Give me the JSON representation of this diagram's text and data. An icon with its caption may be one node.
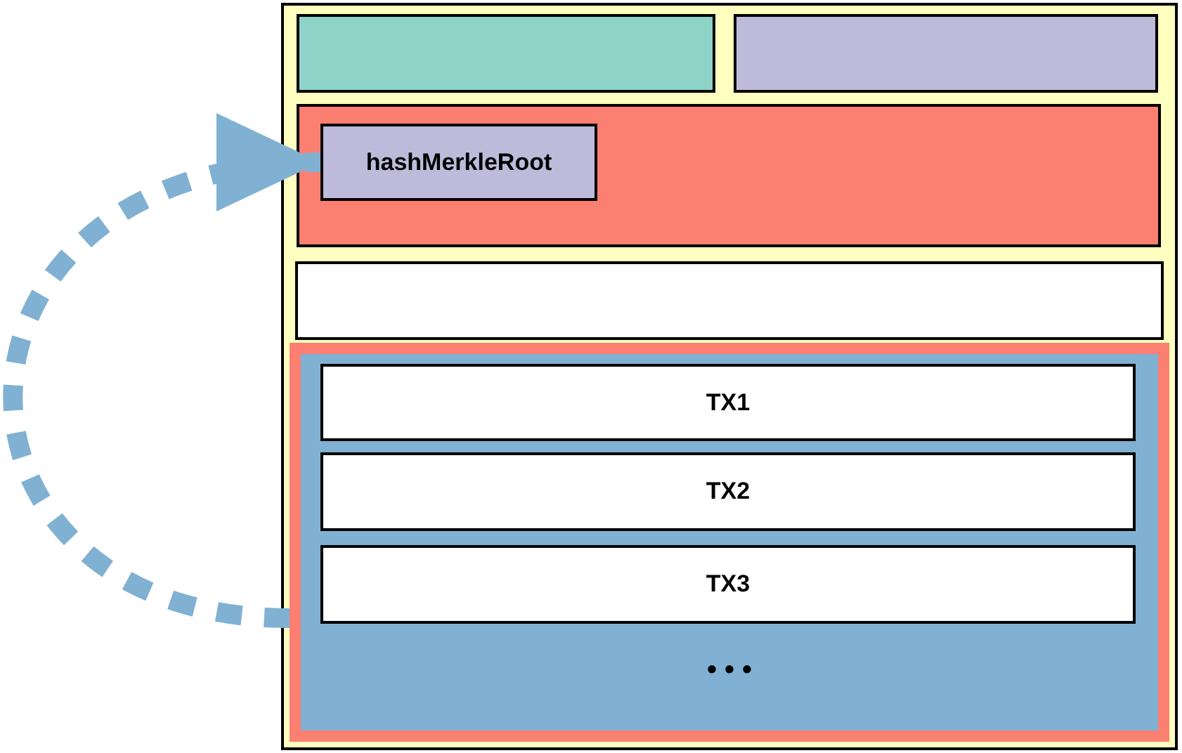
{
  "diagram": {
    "nodes": [
      {
        "text": [],
        "shape": "box"
      },
      {
        "text": [],
        "shape": "box",
        "in": 0
      },
      {
        "text": [],
        "shape": "box",
        "in": 0
      },
      {
        "text": [],
        "shape": "box",
        "in": 0
      },
      {
        "text": [
          "hashMerkleRoot"
        ],
        "in": 3
      },
      {
        "text": [],
        "shape": "box",
        "in": 0
      },
      {
        "text": [
          "• • •"
        ],
        "in": 0
      },
      {
        "text": [
          "TX1"
        ],
        "in": 6
      },
      {
        "text": [
          "TX2"
        ],
        "in": 6
      },
      {
        "text": [
          "TX3"
        ],
        "in": 6
      }
    ],
    "edges": [
      {
        "from": 6,
        "to": 4,
        "arrow": "to",
        "style": "dashed"
      }
    ]
  }
}
